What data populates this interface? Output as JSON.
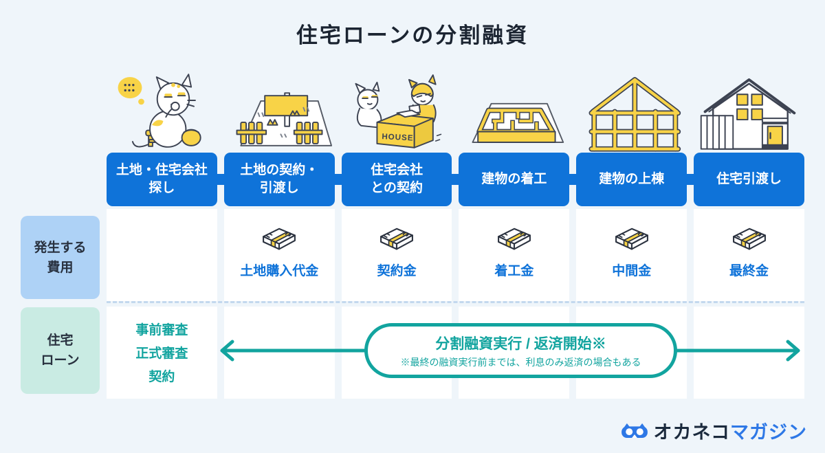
{
  "title": "住宅ローンの分割融資",
  "row_labels": {
    "fee_line1": "発生する",
    "fee_line2": "費用",
    "loan_line1": "住宅",
    "loan_line2": "ローン"
  },
  "stages": [
    {
      "icon": "thinking-cat-icon",
      "header_line1": "土地・住宅会社",
      "header_line2": "探し"
    },
    {
      "icon": "land-plot-icon",
      "header_line1": "土地の契約・",
      "header_line2": "引渡し",
      "fee": "土地購入代金"
    },
    {
      "icon": "contract-cats-icon",
      "header_line1": "住宅会社",
      "header_line2": "との契約",
      "fee": "契約金"
    },
    {
      "icon": "floor-plan-icon",
      "header_line1": "建物の着工",
      "header_line2": "",
      "fee": "着工金"
    },
    {
      "icon": "house-frame-icon",
      "header_line1": "建物の上棟",
      "header_line2": "",
      "fee": "中間金"
    },
    {
      "icon": "finished-house-icon",
      "header_line1": "住宅引渡し",
      "header_line2": "",
      "fee": "最終金"
    }
  ],
  "loan_row": {
    "steps": [
      "事前審査",
      "正式審査",
      "契約"
    ],
    "badge_title": "分割融資実行 / 返済開始※",
    "badge_note": "※最終の融資実行前までは、利息のみ返済の場合もある"
  },
  "box_label": "HOUSE",
  "footer": {
    "brand_dark": "オカネコ",
    "brand_blue": "マガジン"
  },
  "colors": {
    "accent_blue": "#0f73d9",
    "accent_teal": "#12a49f",
    "highlight_yellow": "#f8d347",
    "label_blue_bg": "#aed2f6",
    "label_teal_bg": "#c9ebe3",
    "page_bg": "#eff5fa"
  }
}
